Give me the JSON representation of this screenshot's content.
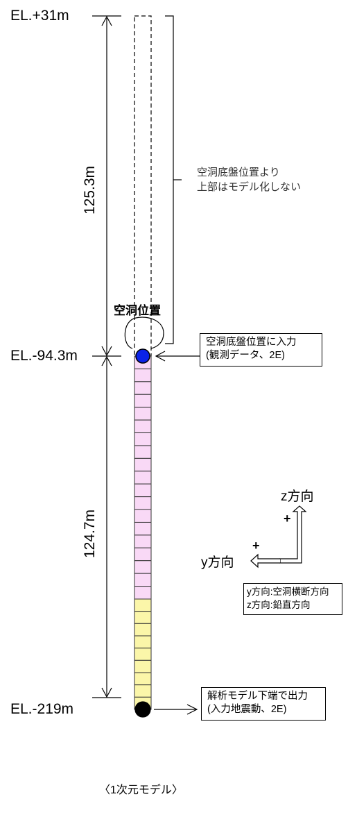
{
  "elevations": {
    "top": "EL.+31m",
    "middle": "EL.-94.3m",
    "bottom": "EL.-219m"
  },
  "dimensions": {
    "upper": "125.3m",
    "lower": "124.7m"
  },
  "notes": {
    "brace_note_line1": "空洞底盤位置より",
    "brace_note_line2": "上部はモデル化しない",
    "cavity_label": "空洞位置"
  },
  "input_box": {
    "line1": "空洞底盤位置に入力",
    "line2": "(観測データ、2E)"
  },
  "output_box": {
    "line1": "解析モデル下端で出力",
    "line2": "(入力地震動、2E)"
  },
  "axes": {
    "z_label": "z方向",
    "y_label": "y方向",
    "z_plus": "+",
    "y_plus": "+"
  },
  "legend_box": {
    "line1": "y方向:空洞横断方向",
    "line2": "z方向:鉛直方向"
  },
  "caption": "〈1次元モデル〉",
  "colors": {
    "upper_layer": "#f9d9f6",
    "lower_layer": "#fbf6a9",
    "input_node": "#0b23e8",
    "output_node": "#000000"
  }
}
